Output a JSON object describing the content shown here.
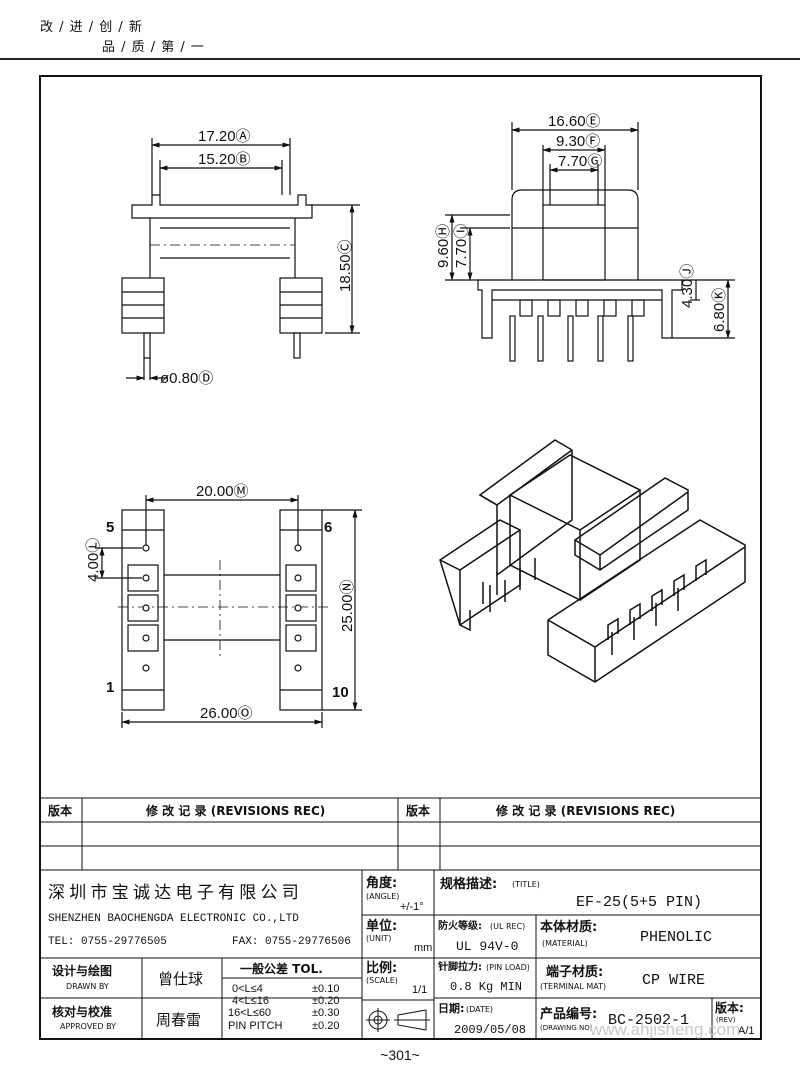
{
  "header": {
    "slogan_line1": "改 / 进 / 创 / 新",
    "slogan_line2": "品 / 质 / 第 / 一"
  },
  "dimensions": {
    "d_a": "17.20Ⓐ",
    "d_b": "15.20Ⓑ",
    "d_c": "18.50Ⓒ",
    "d_d": "ø0.80Ⓓ",
    "d_e": "16.60Ⓔ",
    "d_f": "9.30Ⓕ",
    "d_g": "7.70Ⓖ",
    "d_h": "9.60Ⓗ",
    "d_i": "7.70Ⓘ",
    "d_j": "4.30Ⓙ",
    "d_k": "6.80Ⓚ",
    "d_m": "20.00Ⓜ",
    "d_l": "4.00Ⓛ",
    "d_n": "25.00Ⓝ",
    "d_o": "26.00Ⓞ"
  },
  "pins": {
    "p5": "5",
    "p6": "6",
    "p1": "1",
    "p10": "10"
  },
  "revisions": {
    "rev_label": "版本",
    "rev_title": "修 改 记 录 (REVISIONS REC)"
  },
  "title_block": {
    "company_cn": "深 圳 市 宝 诚 达 电 子 有 限 公 司",
    "company_en": "SHENZHEN BAOCHENGDA ELECTRONIC CO.,LTD",
    "tel": "TEL: 0755-29776505",
    "fax": "FAX: 0755-29776506",
    "angle_label": "角度:",
    "angle_en": "(ANGLE)",
    "angle_value": "+/-1°",
    "unit_label": "单位:",
    "unit_en": "(UNIT)",
    "unit_value": "mm",
    "scale_label": "比例:",
    "scale_en": "(SCALE)",
    "scale_value": "1/1",
    "title_label": "规格描述:",
    "title_en": "(TITLE)",
    "title_value": "EF-25(5+5 PIN)",
    "fire_label": "防火等级:",
    "fire_en": "(UL REC)",
    "fire_value": "UL 94V-0",
    "material_label": "本体材质:",
    "material_en": "(MATERIAL)",
    "material_value": "PHENOLIC",
    "pinload_label": "针脚拉力:",
    "pinload_en": "(PIN LOAD)",
    "pinload_value": "0.8 Kg MIN",
    "terminal_label": "端子材质:",
    "terminal_en": "(TERMINAL MAT)",
    "terminal_value": "CP WIRE",
    "date_label": "日期:",
    "date_en": "(DATE)",
    "date_value": "2009/05/08",
    "drawingno_label": "产品编号:",
    "drawingno_en": "(DRAWING NO)",
    "drawingno_value": "BC-2502-1",
    "rev_label": "版本:",
    "rev_en": "(REV)",
    "rev_value": "A/1",
    "drawn_label": "设计与绘图",
    "drawn_en": "DRAWN BY",
    "drawn_name": "曾仕球",
    "approved_label": "核对与校准",
    "approved_en": "APPROVED BY",
    "approved_name": "周春雷",
    "tol_title": "一般公差 TOL.",
    "tol_rows": [
      {
        "range": "0<L≤4",
        "value": "±0.10"
      },
      {
        "range": "4<L≤16",
        "value": "±0.20"
      },
      {
        "range": "16<L≤60",
        "value": "±0.30"
      },
      {
        "range": "PIN PITCH",
        "value": "±0.20"
      }
    ]
  },
  "footer": {
    "page_number": "~301~",
    "watermark": "www.ahjisheng.com"
  }
}
